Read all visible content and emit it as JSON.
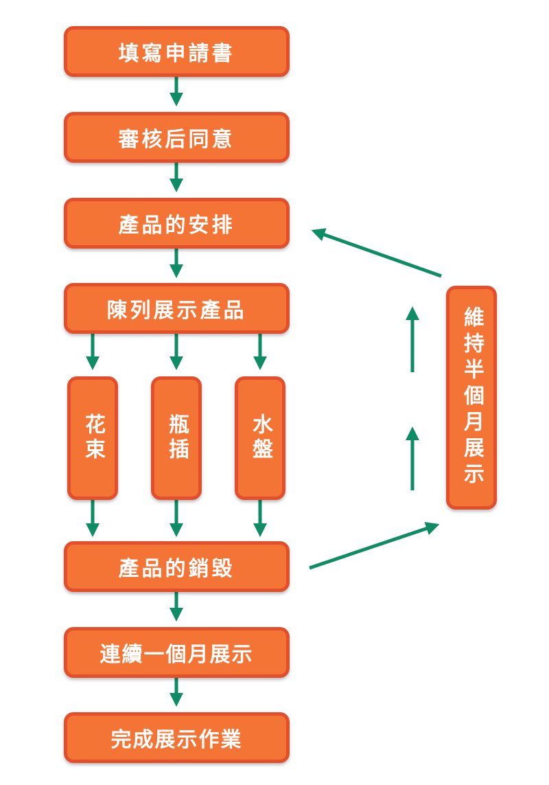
{
  "steps": {
    "fill_application": "填寫申請書",
    "review_approve": "審核后同意",
    "arrange_products": "產品的安排",
    "display_products": "陳列展示產品",
    "bouquet": "花束",
    "vase_arrangement": "瓶插",
    "water_basin": "水盤",
    "destroy_products": "產品的銷毀",
    "one_month_display": "連續一個月展示",
    "complete_display": "完成展示作業",
    "half_month_display": "維持半個月展示"
  },
  "colors": {
    "box_fill": "#f47436",
    "box_border": "#e24f2c",
    "box_text": "#ffffff",
    "arrow": "#0f8c64"
  }
}
